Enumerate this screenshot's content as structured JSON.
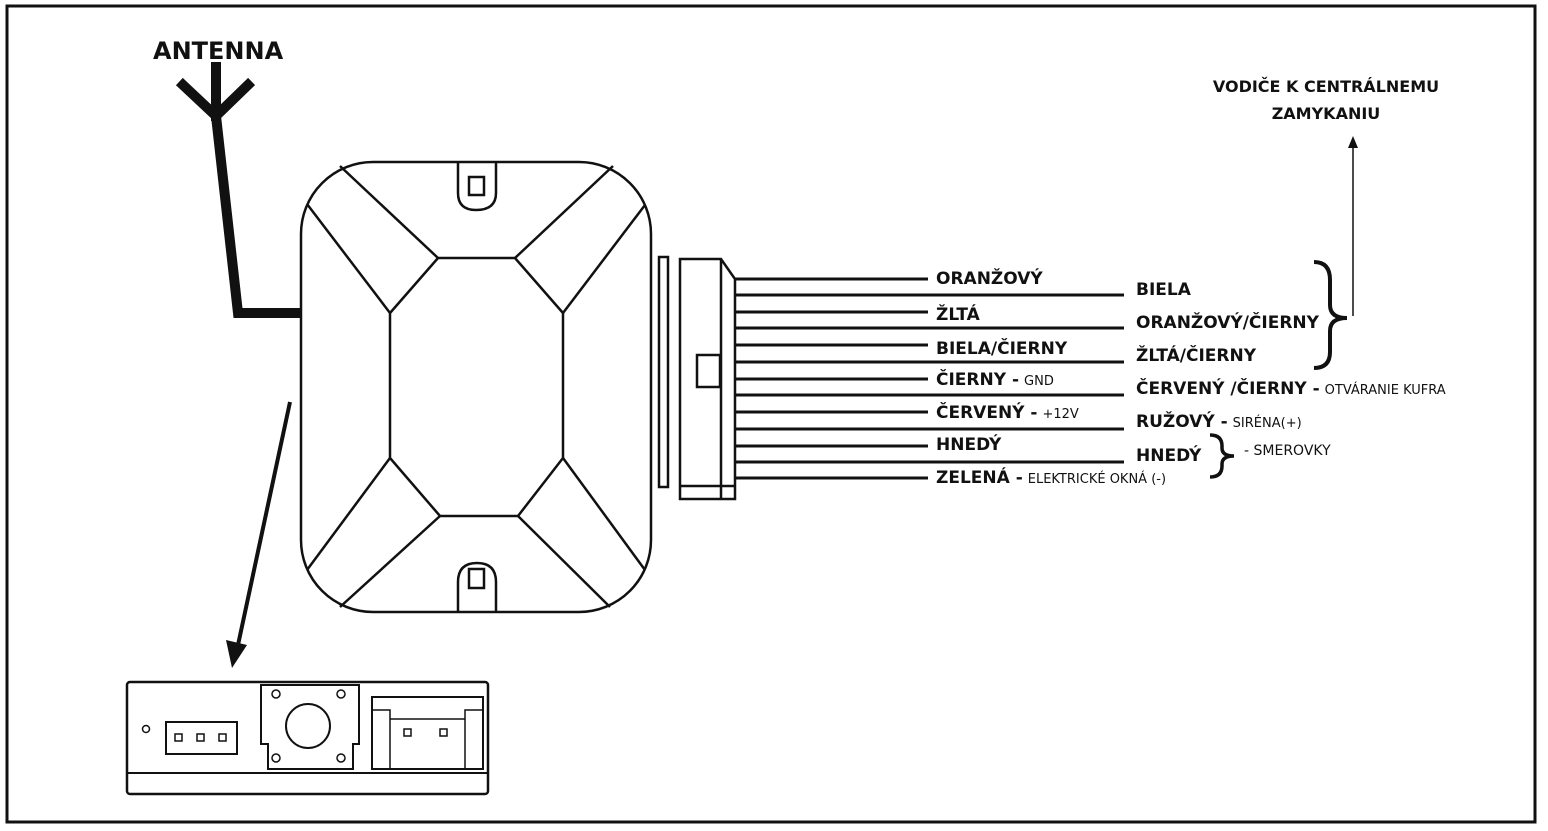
{
  "antenna_label": "ANTENNA",
  "central_locking_note": [
    "VODIČE K CENTRÁLNEMU",
    "ZAMYKANIU"
  ],
  "wires_left": [
    {
      "name": "ORANŽOVÝ",
      "sub": ""
    },
    {
      "name": "ŽLTÁ",
      "sub": ""
    },
    {
      "name": "BIELA/ČIERNY",
      "sub": ""
    },
    {
      "name": "ČIERNY -",
      "sub": "GND"
    },
    {
      "name": "ČERVENÝ -",
      "sub": "+12V"
    },
    {
      "name": "HNEDÝ",
      "sub": ""
    },
    {
      "name": "ZELENÁ -",
      "sub": "ELEKTRICKÉ OKNÁ (-)"
    }
  ],
  "wires_right": [
    {
      "name": "BIELA",
      "sub": ""
    },
    {
      "name": "ORANŽOVÝ/ČIERNY",
      "sub": ""
    },
    {
      "name": "ŽLTÁ/ČIERNY",
      "sub": ""
    },
    {
      "name": "ČERVENÝ /ČIERNY -",
      "sub": "OTVÁRANIE KUFRA"
    },
    {
      "name": "RUŽOVÝ -",
      "sub": "SIRÉNA(+)"
    },
    {
      "name": "HNEDÝ",
      "sub": ""
    }
  ],
  "blinker_label": "- SMEROVKY"
}
